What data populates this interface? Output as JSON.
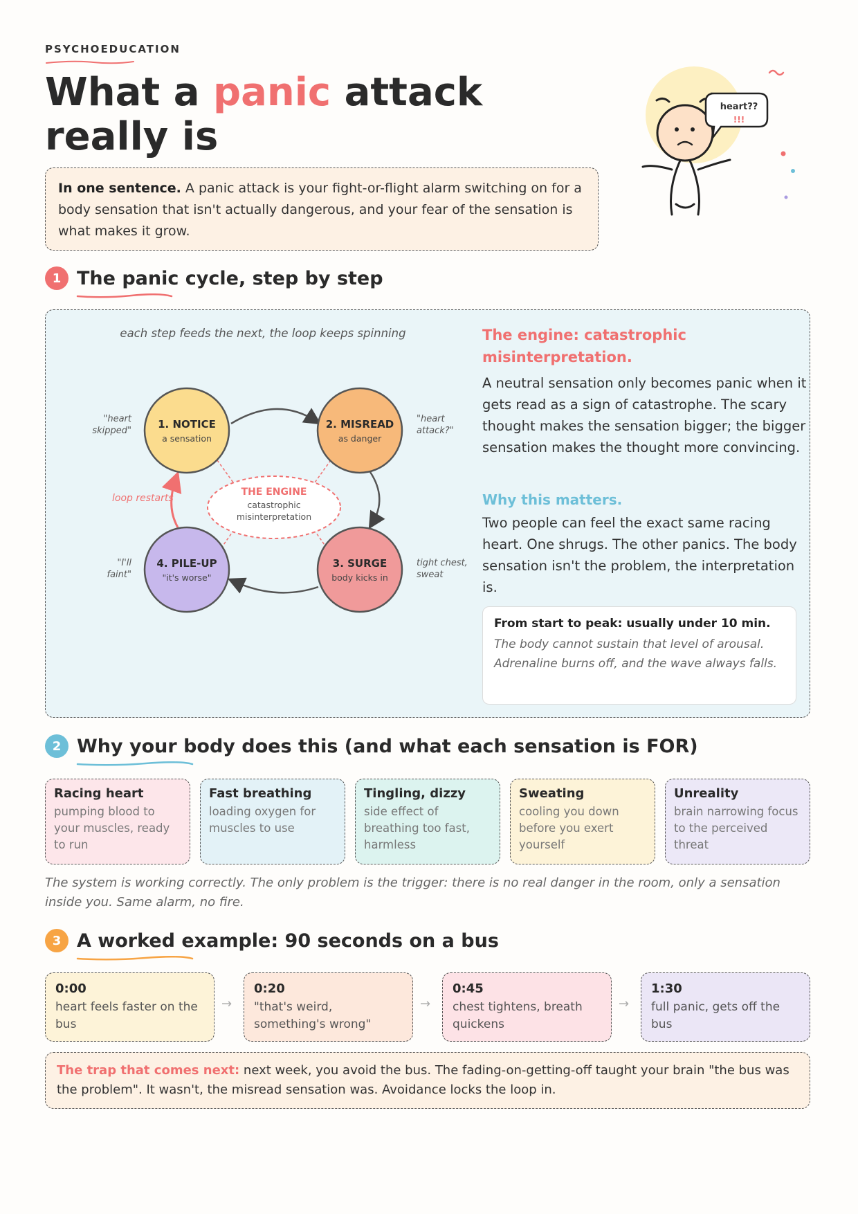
{
  "header": {
    "eyebrow": "PSYCHOEDUCATION",
    "title_pre": "What a ",
    "title_accent": "panic",
    "title_post": " attack",
    "title_line2": "really is",
    "bubble_line1": "heart??",
    "bubble_line2": "!!!"
  },
  "summary": {
    "lead": "In one sentence.",
    "text": " A panic attack is your fight-or-flight alarm switching on for a body sensation that isn't actually dangerous, and your fear of the sensation is what makes it grow."
  },
  "section1": {
    "number": "1",
    "title": "The panic cycle, step by step",
    "caption": "each step feeds the next, the loop keeps spinning",
    "steps": [
      {
        "title": "1. NOTICE",
        "sub": "a sensation",
        "quote1": "\"heart",
        "quote2": "skipped\""
      },
      {
        "title": "2. MISREAD",
        "sub": "as danger",
        "quote1": "\"heart",
        "quote2": "attack?\""
      },
      {
        "title": "3. SURGE",
        "sub": "body kicks in",
        "quote1": "tight chest,",
        "quote2": "sweat"
      },
      {
        "title": "4. PILE-UP",
        "sub": "\"it's worse\"",
        "quote1": "\"I'll",
        "quote2": "faint\""
      }
    ],
    "engine_title": "THE ENGINE",
    "engine_sub1": "catastrophic",
    "engine_sub2": "misinterpretation",
    "loop_label": "loop restarts",
    "engine_heading": "The engine: catastrophic misinterpretation.",
    "engine_text": "A neutral sensation only becomes panic when it gets read as a sign of catastrophe. The scary thought makes the sensation bigger; the bigger sensation makes the thought more convincing.",
    "why_heading": "Why this matters.",
    "why_text": "Two people can feel the exact same racing heart. One shrugs. The other panics. The body sensation isn't the problem, the interpretation is.",
    "peak_heading": "From start to peak: usually under 10 min.",
    "peak_text": "The body cannot sustain that level of arousal. Adrenaline burns off, and the wave always falls."
  },
  "section2": {
    "number": "2",
    "title": "Why your body does this (and what each sensation is FOR)",
    "cards": [
      {
        "title": "Racing heart",
        "text": "pumping blood to your muscles, ready to run",
        "color": "#fde6ea"
      },
      {
        "title": "Fast breathing",
        "text": "loading oxygen for muscles to use",
        "color": "#e3f2f7"
      },
      {
        "title": "Tingling, dizzy",
        "text": "side effect of breathing too fast, harmless",
        "color": "#dcf3ef"
      },
      {
        "title": "Sweating",
        "text": "cooling you down before you exert yourself",
        "color": "#fdf3d8"
      },
      {
        "title": "Unreality",
        "text": "brain narrowing focus to the perceived threat",
        "color": "#ece8f7"
      }
    ],
    "note": "The system is working correctly. The only problem is the trigger: there is no real danger in the room, only a sensation inside you. Same alarm, no fire."
  },
  "section3": {
    "number": "3",
    "title": "A worked example: 90 seconds on a bus",
    "timeline": [
      {
        "time": "0:00",
        "text": "heart feels faster on the bus",
        "color": "#fdf3d8"
      },
      {
        "time": "0:20",
        "text": "\"that's weird, something's wrong\"",
        "color": "#fde8dc"
      },
      {
        "time": "0:45",
        "text": "chest tightens, breath quickens",
        "color": "#fde2e6"
      },
      {
        "time": "1:30",
        "text": "full panic, gets off the bus",
        "color": "#ebe6f6"
      }
    ],
    "arrow": "→",
    "trap_lead": "The trap that comes next:",
    "trap_text": " next week, you avoid the bus. The fading-on-getting-off taught your brain \"the bus was the problem\". It wasn't, the misread sensation was. Avoidance locks the loop in."
  },
  "colors": {
    "accent_red": "#f07070",
    "accent_blue": "#6dbfd8",
    "accent_orange": "#f7a444",
    "notice": "#fbdc8e",
    "misread": "#f7b97a",
    "surge": "#f09a9a",
    "pileup": "#c7b8ec"
  }
}
